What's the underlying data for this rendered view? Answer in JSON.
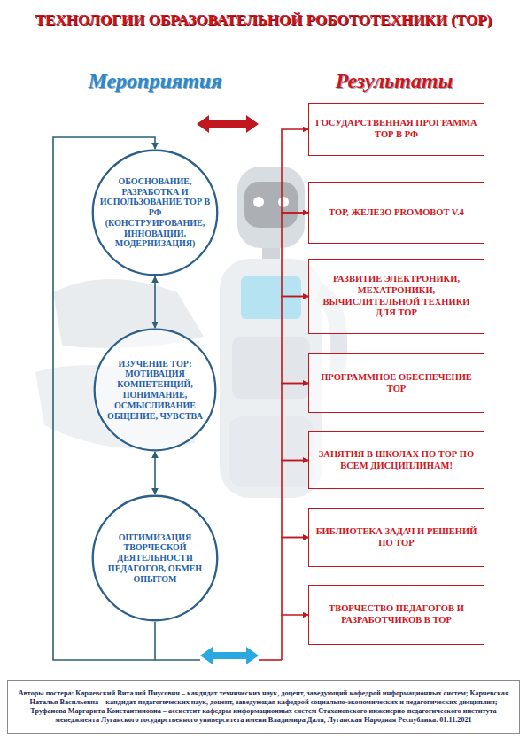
{
  "diagram": {
    "title": "ТЕХНОЛОГИИ ОБРАЗОВАТЕЛЬНОЙ РОБОТОТЕХНИКИ (ТОР)",
    "nodes": [
      {
        "text": [
          "ОБОСНОВАНИЕ, РАЗРАБОТКА И ИСПОЛЬЗОВАНИЕ ТОР В РФ (КОНСТРУИРОВАНИЕ, ИННОВАЦИИ, МОДЕРНИЗАЦИЯ)"
        ]
      },
      {
        "text": [
          "ИЗУЧЕНИЕ ТОР: МОТИВАЦИЯ КОМПЕТЕНЦИЙ, ПОНИМАНИЕ, ОСМЫСЛИВАНИЕ ОБЩЕНИЕ, ЧУВСТВА"
        ]
      },
      {
        "text": [
          "ОПТИМИЗАЦИЯ ТВОРЧЕСКОЙ ДЕЯТЕЛЬНОСТИ ПЕДАГОГОВ, ОБМЕН ОПЫТОМ"
        ]
      },
      {
        "text": [
          "ГОСУДАРСТВЕННАЯ ПРОГРАММА ТОР В РФ"
        ]
      },
      {
        "text": [
          "ТОР, ЖЕЛЕЗО PROMOBOT V.4"
        ]
      },
      {
        "text": [
          "РАЗВИТИЕ ЭЛЕКТРОНИКИ, МЕХАТРОНИКИ, ВЫЧИСЛИТЕЛЬНОЙ ТЕХНИКИ ДЛЯ ТОР"
        ]
      },
      {
        "text": [
          "ПРОГРАММНОЕ ОБЕСПЕЧЕНИЕ ТОР"
        ]
      },
      {
        "text": [
          "ЗАНЯТИЯ В ШКОЛАХ ПО ТОР ПО ВСЕМ ДИСЦИПЛИНАМ!"
        ]
      },
      {
        "text": [
          "БИБЛИОТЕКА ЗАДАЧ И РЕШЕНИЙ ПО ТОР"
        ]
      },
      {
        "text": [
          "ТВОРЧЕСТВО ПЕДАГОГОВ И РАЗРАБОТЧИКОВ В ТОР"
        ]
      },
      {
        "text": [
          "Авторы постера: Карчевский Виталий Пиусович – кандидат технических наук, доцент, заведующий кафедрой информационных систем; Карчевская Наталья Васильевна – кандидат педагогических наук, доцент, заведующая кафедрой социально-экономических и педагогических дисциплин; Труфанова Маргарита Константиновна – ассистент кафедры информационных систем Стахановского инженерно-педагогического института менеджмента Луганского государственного университета имени Владимира Даля, Луганская Народная Республика. 01.11.2021"
        ]
      }
    ],
    "edges": [
      {
        "from": 0,
        "to": 1,
        "arrow": "both"
      },
      {
        "from": 1,
        "to": 2,
        "arrow": "both"
      },
      {
        "from": 2,
        "to": 0,
        "arrow": "to"
      },
      {
        "from": 3,
        "to": 4,
        "arrow": "both"
      },
      {
        "from": 4,
        "to": 5,
        "arrow": "both"
      },
      {
        "from": 5,
        "to": 6,
        "arrow": "both"
      },
      {
        "from": 6,
        "to": 7,
        "arrow": "both"
      },
      {
        "from": 7,
        "to": 8,
        "arrow": "both"
      },
      {
        "from": 8,
        "to": 9,
        "arrow": "both"
      }
    ],
    "labels": [
      "Мероприятия",
      "Результаты"
    ]
  }
}
